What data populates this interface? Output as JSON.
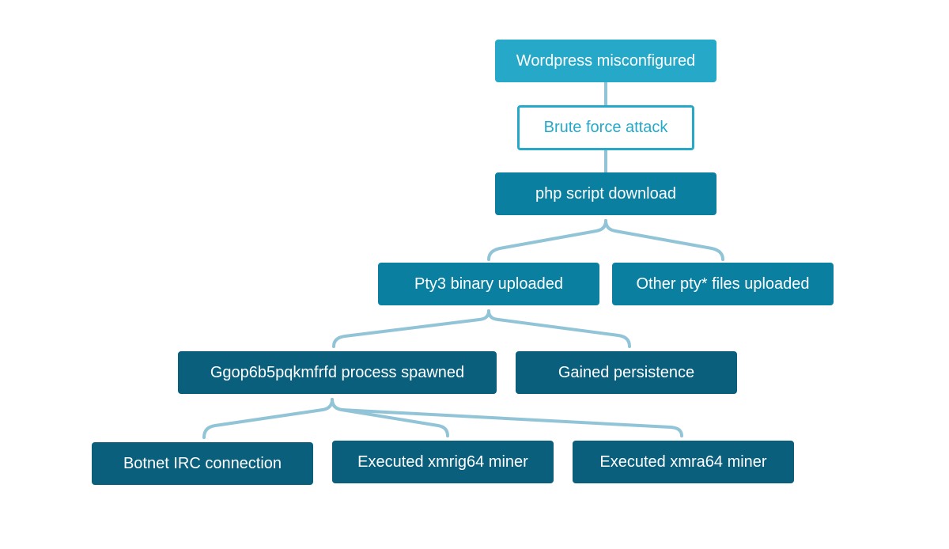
{
  "diagram": {
    "nodes": {
      "wordpress": "Wordpress misconfigured",
      "bruteforce": "Brute force attack",
      "php": "php script download",
      "pty3": "Pty3 binary uploaded",
      "otherpty": "Other pty* files uploaded",
      "ggop": "Ggop6b5pqkmfrfd process spawned",
      "persistence": "Gained persistence",
      "botnet": "Botnet IRC connection",
      "xmrig": "Executed xmrig64 miner",
      "xmra": "Executed xmra64 miner"
    },
    "edges": [
      [
        "wordpress",
        "bruteforce"
      ],
      [
        "bruteforce",
        "php"
      ],
      [
        "php",
        "pty3"
      ],
      [
        "php",
        "otherpty"
      ],
      [
        "pty3",
        "ggop"
      ],
      [
        "pty3",
        "persistence"
      ],
      [
        "ggop",
        "botnet"
      ],
      [
        "ggop",
        "xmrig"
      ],
      [
        "ggop",
        "xmra"
      ]
    ],
    "colors": {
      "connector": "#92c4d7",
      "root_fill": "#26a9c9",
      "attack_outline": "#26a9c9",
      "mid_fill": "#0b7f9f",
      "leaf_fill": "#095f7c",
      "text_light": "#ffffff"
    }
  }
}
